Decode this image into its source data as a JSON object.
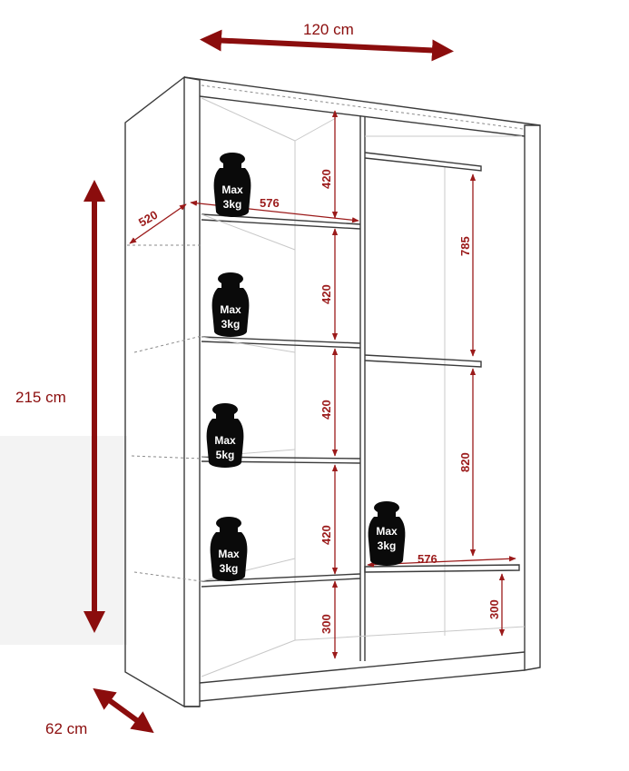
{
  "colors": {
    "dimension_arrow": "#8b0d0d",
    "small_dimension": "#9b1a1a",
    "weight_icon": "#0a0a0a",
    "outline": "#3b3b3b"
  },
  "overall": {
    "width": "120 cm",
    "height": "215 cm",
    "depth": "62 cm"
  },
  "dimensions": {
    "shelf_depth": "520",
    "left_width": "576",
    "right_width": "576",
    "left_gaps": [
      "420",
      "420",
      "420",
      "420",
      "300"
    ],
    "right_upper": "785",
    "right_middle": "820",
    "right_lower": "300"
  },
  "weights": [
    {
      "line1": "Max",
      "line2": "3kg"
    },
    {
      "line1": "Max",
      "line2": "3kg"
    },
    {
      "line1": "Max",
      "line2": "5kg"
    },
    {
      "line1": "Max",
      "line2": "3kg"
    },
    {
      "line1": "Max",
      "line2": "3kg"
    }
  ],
  "icons": {
    "weight": "weight-icon",
    "arrow": "double-arrow-icon"
  }
}
